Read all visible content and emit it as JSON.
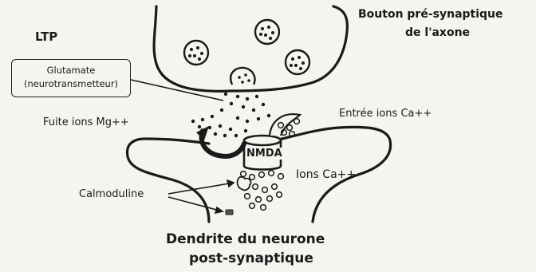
{
  "labels": {
    "ltp": "LTP",
    "bouton_line1": "Bouton pré-synaptique",
    "bouton_line2": "de l'axone",
    "glutamate_line1": "Glutamate",
    "glutamate_line2": "(neurotransmetteur)",
    "fuite": "Fuite ions Mg++",
    "entree": "Entrée ions Ca++",
    "nmda": "NMDA",
    "ions_ca": "Ions Ca++",
    "calmoduline": "Calmoduline",
    "dendrite_line1": "Dendrite du neurone",
    "dendrite_line2": "post-synaptique"
  },
  "colors": {
    "ink": "#1a1a1a",
    "background": "#f6f4ef"
  }
}
